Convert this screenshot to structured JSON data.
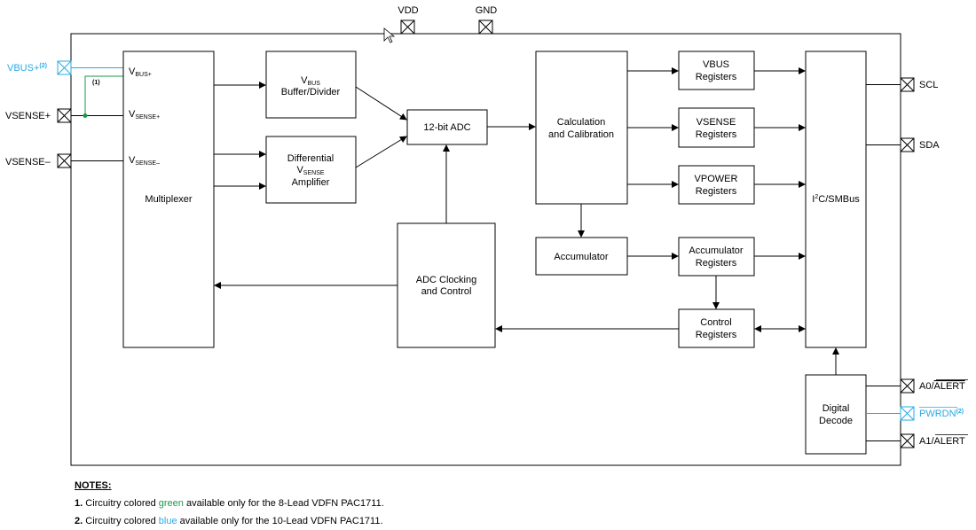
{
  "pins": {
    "vdd": "VDD",
    "gnd": "GND",
    "vbus_plus": "VBUS+",
    "vbus_plus_note": "(2)",
    "vsense_plus": "VSENSE+",
    "vsense_minus": "VSENSE–",
    "scl": "SCL",
    "sda": "SDA",
    "a0_prefix": "A0/",
    "a0_alert": "ALERT",
    "pwrdn": "PWRDN",
    "pwrdn_note": "(2)",
    "a1_prefix": "A1/",
    "a1_alert": "ALERT"
  },
  "mux": {
    "label": "Multiplexer",
    "in_vbus": "V",
    "in_vbus_sub": "BUS+",
    "in_vsense_plus": "V",
    "in_vsense_plus_sub": "SENSE+",
    "in_vsense_minus": "V",
    "in_vsense_minus_sub": "SENSE–",
    "green_note": "(1)"
  },
  "blocks": {
    "vbus_buffer_line1_main": "V",
    "vbus_buffer_line1_sub": "BUS",
    "vbus_buffer_line2": "Buffer/Divider",
    "diff_amp_line1": "Differential",
    "diff_amp_line2_main": "V",
    "diff_amp_line2_sub": "SENSE",
    "diff_amp_line3": "Amplifier",
    "adc": "12-bit ADC",
    "adc_clock_line1": "ADC Clocking",
    "adc_clock_line2": "and Control",
    "calc_line1": "Calculation",
    "calc_line2": "and Calibration",
    "accumulator": "Accumulator",
    "vbus_reg_line1": "VBUS",
    "vbus_reg_line2": "Registers",
    "vsense_reg_line1": "VSENSE",
    "vsense_reg_line2": "Registers",
    "vpower_reg_line1": "VPOWER",
    "vpower_reg_line2": "Registers",
    "acc_reg_line1": "Accumulator",
    "acc_reg_line2": "Registers",
    "ctrl_reg_line1": "Control",
    "ctrl_reg_line2": "Registers",
    "i2c_main": "I",
    "i2c_sup": "2",
    "i2c_rest": "C/SMBus",
    "digital_line1": "Digital",
    "digital_line2": "Decode"
  },
  "notes": {
    "header": "NOTES:",
    "n1_num": "1.",
    "n1_pre": "Circuitry colored",
    "n1_color": "green",
    "n1_post": "available only for the 8-Lead VDFN PAC1711.",
    "n2_num": "2.",
    "n2_pre": "Circuitry colored",
    "n2_color": "blue",
    "n2_post": "available only for the 10-Lead VDFN PAC1711."
  },
  "colors": {
    "blue": "#29abe2",
    "green": "#1a9a4a",
    "line": "#000000"
  }
}
